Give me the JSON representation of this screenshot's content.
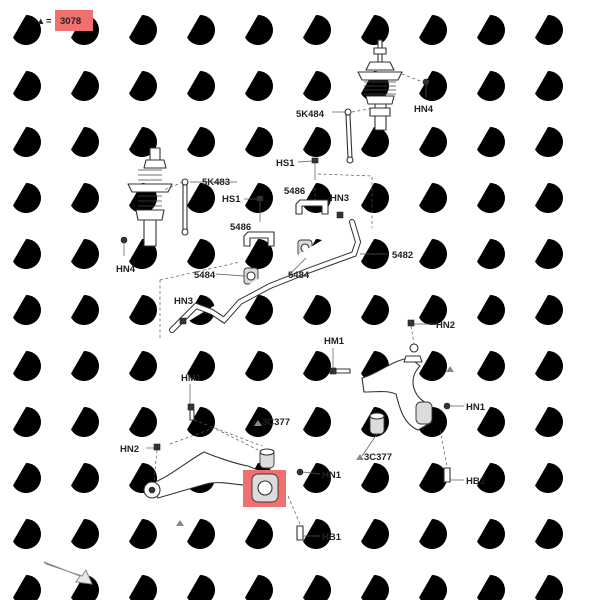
{
  "legend": {
    "symbol": "▲",
    "equals": "=",
    "code": "3078"
  },
  "labels": {
    "HN4_right": "HN4",
    "5K484": "5K484",
    "HS1_top": "HS1",
    "5K483": "5K483",
    "5486_right": "5486",
    "HN3_right": "HN3",
    "HS1_left": "HS1",
    "5486_left": "5486",
    "5482": "5482",
    "HN4_left": "HN4",
    "5484_left": "5484",
    "5484_right": "5484",
    "HN3_left": "HN3",
    "HN2_right": "HN2",
    "HM1_right": "HM1",
    "HN1_right": "HN1",
    "3C377_right": "3C377",
    "HB1_right": "HB1",
    "HM1_left": "HM1",
    "3C377_left": "3C377",
    "HN2_left": "HN2",
    "HN1_left": "HN1",
    "HB1_left": "HB1"
  },
  "colors": {
    "highlight": "#f07070",
    "ink": "#222222",
    "watermark": "#ececec"
  },
  "icons": {
    "legend_marker": "triangle-icon",
    "navigation": "arrow-icon"
  }
}
